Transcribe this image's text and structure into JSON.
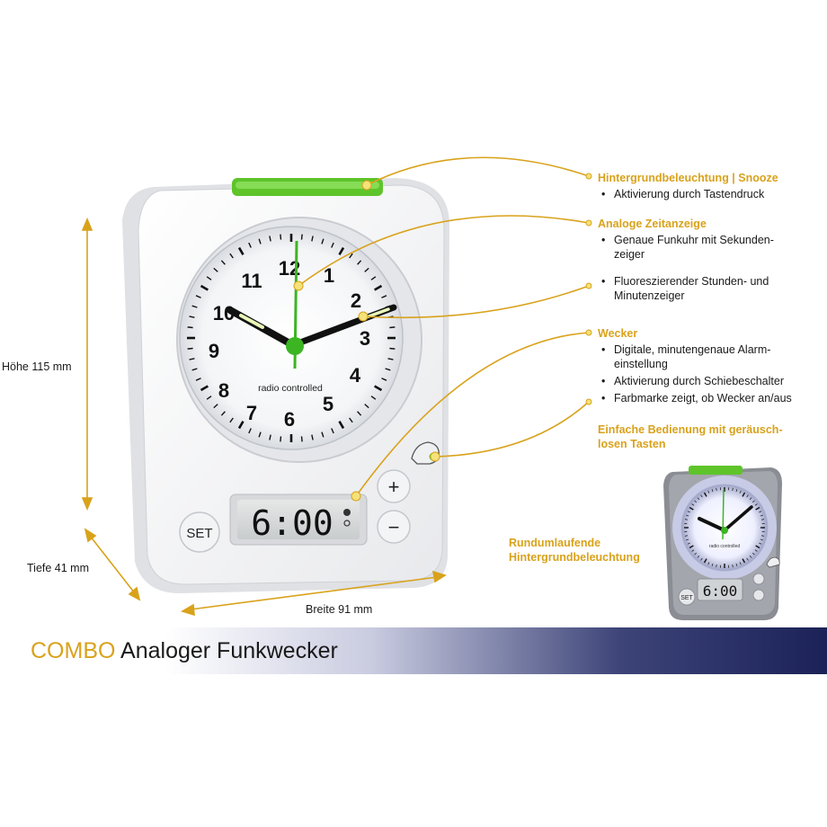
{
  "colors": {
    "accent": "#d9a21b",
    "clock_green": "#5ec42a",
    "banner_dark": "#1b2257"
  },
  "clock": {
    "dial_numbers": [
      "12",
      "1",
      "2",
      "3",
      "4",
      "5",
      "6",
      "7",
      "8",
      "9",
      "10",
      "11"
    ],
    "dial_text": "radio controlled",
    "lcd_time": "6:00",
    "set_label": "SET",
    "plus_label": "+",
    "minus_label": "−"
  },
  "small_clock": {
    "set_label": "SET",
    "lcd_time": "6:00",
    "dial_text": "radio controlled",
    "caption": "Rundumlaufende Hintergrundbeleuchtung"
  },
  "features": [
    {
      "title": "Hintergrundbeleuchtung | Snooze",
      "bullets": [
        "Aktivierung durch Tastendruck"
      ]
    },
    {
      "title": "Analoge Zeitanzeige",
      "bullets": [
        "Genaue Funkuhr mit Sekunden­zeiger",
        "Fluoreszierender Stunden- und Minutenzeiger"
      ]
    },
    {
      "title": "Wecker",
      "bullets": [
        "Digitale, minutengenaue Alarm­einstellung",
        "Aktivierung durch Schiebeschalter",
        "Farbmarke zeigt, ob Wecker an/aus"
      ]
    },
    {
      "title": "Einfache Bedienung mit geräusch­losen Tasten",
      "bullets": []
    }
  ],
  "dimensions": {
    "height": "Höhe 115 mm",
    "depth": "Tiefe 41 mm",
    "width": "Breite 91 mm"
  },
  "banner": {
    "brand": "COMBO",
    "subtitle": "Analoger Funkwecker"
  }
}
